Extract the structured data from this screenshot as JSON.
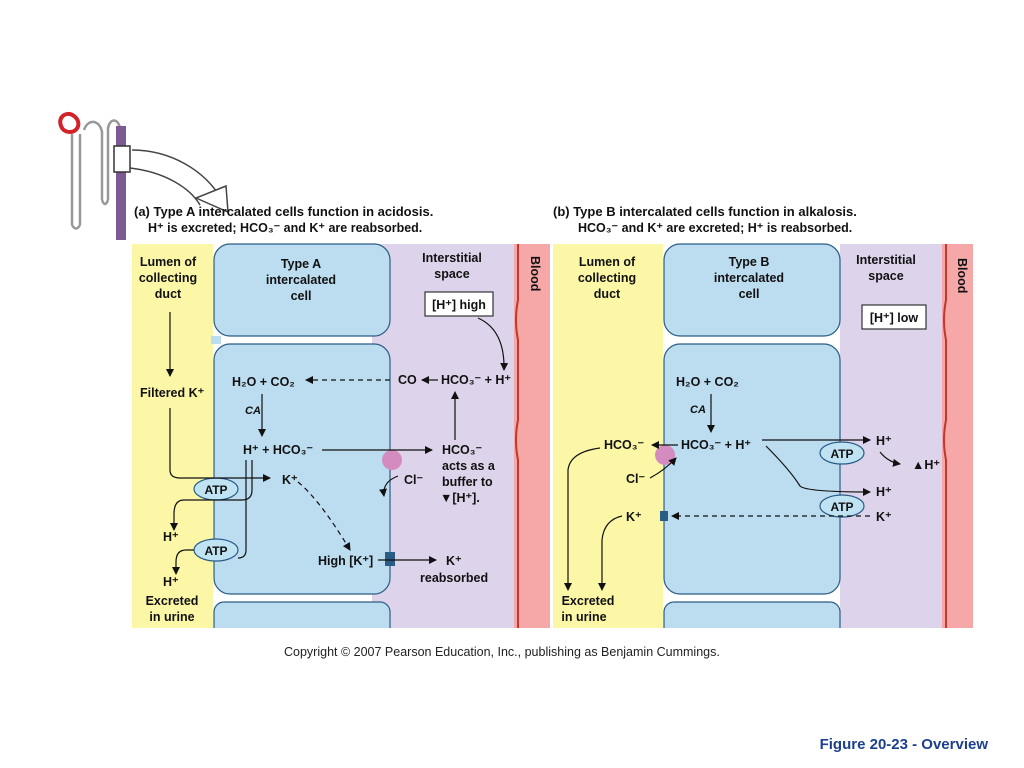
{
  "panel_a": {
    "title": "(a) Type A intercalated cells function in acidosis.",
    "subtitle": "H⁺ is excreted; HCO₃⁻ and K⁺ are reabsorbed.",
    "lumen": [
      "Lumen of",
      "collecting",
      "duct"
    ],
    "cell": [
      "Type A",
      "intercalated",
      "cell"
    ],
    "interstitial": [
      "Interstitial",
      "space"
    ],
    "blood": "Blood",
    "hplus_box": "[H⁺] high",
    "filtered_k": "Filtered K⁺",
    "h2o_co2": "H₂O + CO₂",
    "ca": "CA",
    "co": "CO",
    "hco3_h": "HCO₃⁻ + H⁺",
    "h_hco3": "H⁺ + HCO₃⁻",
    "hco3_right": "HCO₃⁻",
    "buffer": [
      "acts as a",
      "buffer to"
    ],
    "buffer_h": "▼[H⁺].",
    "atp1": "ATP",
    "atp2": "ATP",
    "k_cell": "K⁺",
    "cl": "Cl⁻",
    "h_lumen1": "H⁺",
    "h_lumen2": "H⁺",
    "excreted": [
      "Excreted",
      "in urine"
    ],
    "high_k": "High [K⁺]",
    "k_reab": "K⁺",
    "reabsorbed": "reabsorbed"
  },
  "panel_b": {
    "title": "(b) Type B intercalated cells function in alkalosis.",
    "subtitle": "HCO₃⁻ and K⁺ are excreted; H⁺ is reabsorbed.",
    "lumen": [
      "Lumen of",
      "collecting",
      "duct"
    ],
    "cell": [
      "Type B",
      "intercalated",
      "cell"
    ],
    "interstitial": [
      "Interstitial",
      "space"
    ],
    "blood": "Blood",
    "hplus_box": "[H⁺] low",
    "h2o_co2": "H₂O + CO₂",
    "ca": "CA",
    "hco3_h": "HCO₃⁻ + H⁺",
    "hco3_lumen": "HCO₃⁻",
    "cl": "Cl⁻",
    "k_lumen": "K⁺",
    "atp1": "ATP",
    "atp2": "ATP",
    "h_right1": "H⁺",
    "h_right2": "H⁺",
    "h_up": "▲H⁺",
    "k_right": "K⁺",
    "excreted": [
      "Excreted",
      "in urine"
    ]
  },
  "copyright": "Copyright © 2007 Pearson Education, Inc., publishing as Benjamin Cummings.",
  "figure_label": "Figure 20-23 - Overview",
  "colors": {
    "lumen": "#fbf7a6",
    "cell": "#bcdcf0",
    "interstitial": "#ddd3ea",
    "blood": "#f6a7a7",
    "atp": "#bfe3f3",
    "channel_pink": "#d48cbf",
    "nephron_purple": "#7b5b92",
    "nephron_red": "#d2232a",
    "caption_blue": "#1d3f8f"
  }
}
